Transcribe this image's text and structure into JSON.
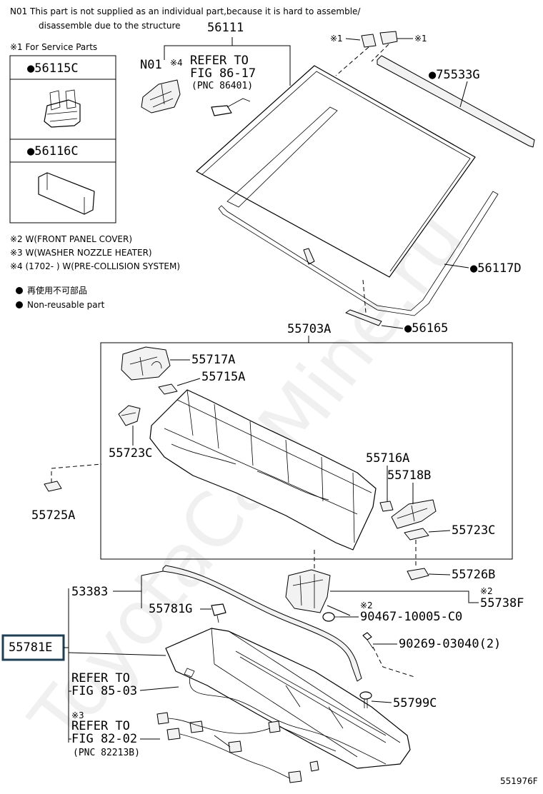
{
  "header": {
    "note_n01_line1": "N01  This part is not supplied as an individual part,because it is hard to assemble/",
    "note_n01_line2": "disassemble due to the structure"
  },
  "service_box": {
    "title": "※1 For Service Parts",
    "parts": [
      "●56115C",
      "●56116C"
    ]
  },
  "footnotes": [
    "※2 W(FRONT PANEL COVER)",
    "※3 W(WASHER NOZZLE HEATER)",
    "※4 (1702-       ) W(PRE-COLLISION SYSTEM)"
  ],
  "legend": {
    "jp": "再使用不可部品",
    "en": "Non-reusable part"
  },
  "parts": {
    "p56111": "56111",
    "n01": "N01",
    "mark4": "※4",
    "refer_fig86_l1": "REFER TO",
    "refer_fig86_l2": "FIG 86-17",
    "refer_fig86_l3": "(PNC 86401)",
    "mark1a": "※1",
    "mark1b": "※1",
    "p75533G": "●75533G",
    "p56117D": "●56117D",
    "p56165": "●56165",
    "p55703A": "55703A",
    "p55717A": "55717A",
    "p55715A": "55715A",
    "p55723C_a": "55723C",
    "p55725A": "55725A",
    "p55716A": "55716A",
    "p55718B": "55718B",
    "p55723C_b": "55723C",
    "p55726B": "55726B",
    "p53383": "53383",
    "p55781G": "55781G",
    "mark2a": "※2",
    "p55738F": "55738F",
    "mark2b": "※2",
    "p90467": "90467-10005-C0",
    "p55781E": "55781E",
    "p90269": "90269-03040(2)",
    "refer_fig85_l1": "REFER TO",
    "refer_fig85_l2": "FIG 85-03",
    "mark3": "※3",
    "refer_fig82_l1": "REFER TO",
    "refer_fig82_l2": "FIG 82-02",
    "refer_fig82_l3": "(PNC 82213B)",
    "p55799C": "55799C"
  },
  "diagram_id": "551976F",
  "watermark": "ToyotaCarMine.ru",
  "colors": {
    "line": "#000000",
    "highlight_box": "#1f3f55",
    "background": "#ffffff"
  }
}
